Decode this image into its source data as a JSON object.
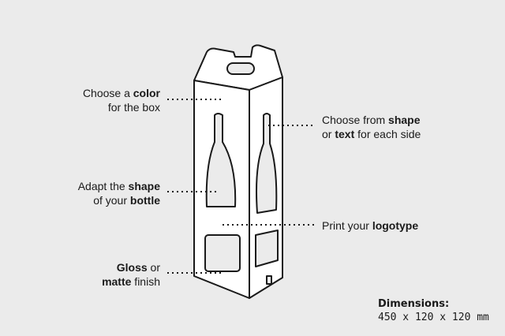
{
  "labels": {
    "color": {
      "line1_pre": "Choose a ",
      "line1_bold": "color",
      "line2": "for the box"
    },
    "bottle": {
      "line1_pre": "Adapt the ",
      "line1_bold": "shape",
      "line2_pre": "of your ",
      "line2_bold": "bottle"
    },
    "finish": {
      "line1_bold": "Gloss",
      "line1_post": " or",
      "line2_bold": "matte",
      "line2_post": " finish"
    },
    "shape_text": {
      "line1_pre": "Choose from ",
      "line1_bold": "shape",
      "line2_pre": "or ",
      "line2_bold": "text",
      "line2_post": " for each side"
    },
    "logo": {
      "line1_pre": "Print your ",
      "line1_bold": "logotype"
    }
  },
  "dimensions": {
    "title": "Dimensions:",
    "value": "450 x 120 x 120 mm"
  },
  "colors": {
    "background": "#ebebeb",
    "box_fill": "#ffffff",
    "stroke": "#1a1a1a"
  }
}
